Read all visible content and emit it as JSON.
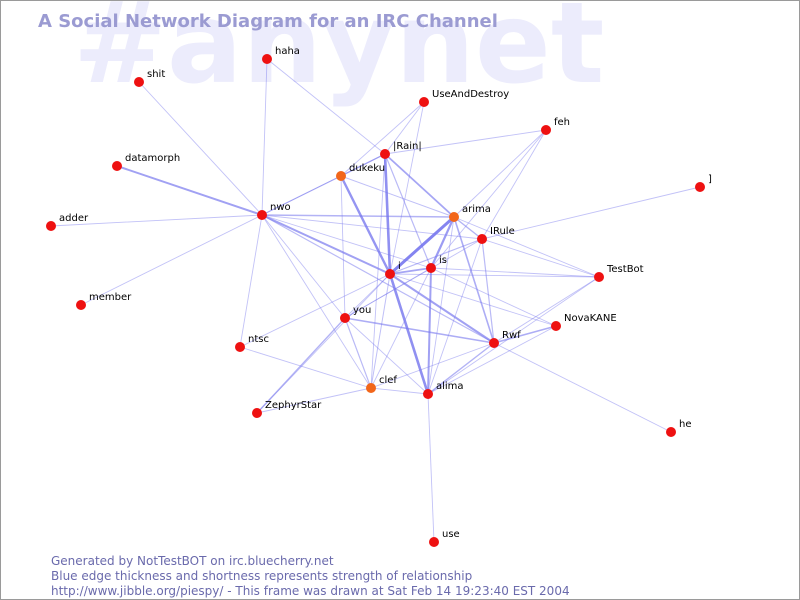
{
  "watermark": "#anynet",
  "title": "A Social Network Diagram for an IRC Channel",
  "footer": {
    "line1": "Generated by NotTestBOT on irc.bluecherry.net",
    "line2": "Blue edge thickness and shortness represents strength of relationship",
    "line3": "http://www.jibble.org/piespy/ - This frame was drawn at Sat Feb 14 19:23:40 EST 2004"
  },
  "colors": {
    "node": "#ee1111",
    "node_warm": "#f2661a",
    "edge": "#7777ee",
    "title": "#9b9bd2",
    "watermark": "#ececfc"
  },
  "nodes": [
    {
      "id": "haha",
      "label": "haha"
    },
    {
      "id": "shit",
      "label": "shit"
    },
    {
      "id": "UseAndDestroy",
      "label": "UseAndDestroy"
    },
    {
      "id": "feh",
      "label": "feh"
    },
    {
      "id": "Rain",
      "label": "|Rain|"
    },
    {
      "id": "datamorph",
      "label": "datamorph"
    },
    {
      "id": "dukeku",
      "label": "dukeku",
      "warm": true
    },
    {
      "id": "bracket",
      "label": "]"
    },
    {
      "id": "nwo",
      "label": "nwo"
    },
    {
      "id": "arima",
      "label": "arima",
      "warm": true
    },
    {
      "id": "adder",
      "label": "adder"
    },
    {
      "id": "IRule",
      "label": "IRule"
    },
    {
      "id": "i",
      "label": "i"
    },
    {
      "id": "is",
      "label": "is"
    },
    {
      "id": "TestBot",
      "label": "TestBot"
    },
    {
      "id": "member",
      "label": "member"
    },
    {
      "id": "you",
      "label": "you"
    },
    {
      "id": "NovaKANE",
      "label": "NovaKANE"
    },
    {
      "id": "ntsc",
      "label": "ntsc"
    },
    {
      "id": "Rwf",
      "label": "Rwf"
    },
    {
      "id": "clef",
      "label": "clef",
      "warm": true
    },
    {
      "id": "alima",
      "label": "alima"
    },
    {
      "id": "ZephyrStar",
      "label": "ZephyrStar"
    },
    {
      "id": "he",
      "label": "he"
    },
    {
      "id": "use",
      "label": "use"
    }
  ],
  "edges": [
    {
      "a": "Rain",
      "b": "i",
      "w": 2.6
    },
    {
      "a": "dukeku",
      "b": "i",
      "w": 2.4
    },
    {
      "a": "arima",
      "b": "i",
      "w": 3.0
    },
    {
      "a": "i",
      "b": "alima",
      "w": 2.6
    },
    {
      "a": "i",
      "b": "Rwf",
      "w": 2.0
    },
    {
      "a": "nwo",
      "b": "i",
      "w": 2.0
    },
    {
      "a": "arima",
      "b": "is",
      "w": 2.2
    },
    {
      "a": "is",
      "b": "alima",
      "w": 2.0
    },
    {
      "a": "i",
      "b": "is",
      "w": 1.8
    },
    {
      "a": "datamorph",
      "b": "nwo",
      "w": 2.0
    },
    {
      "a": "Rain",
      "b": "arima",
      "w": 1.8
    },
    {
      "a": "arima",
      "b": "Rwf",
      "w": 1.6
    },
    {
      "a": "you",
      "b": "Rwf",
      "w": 1.6
    },
    {
      "a": "dukeku",
      "b": "Rain",
      "w": 1.4
    },
    {
      "a": "Rwf",
      "b": "NovaKANE",
      "w": 1.6
    },
    {
      "a": "alima",
      "b": "Rwf",
      "w": 1.4
    },
    {
      "a": "nwo",
      "b": "arima",
      "w": 1.4
    },
    {
      "a": "arima",
      "b": "IRule",
      "w": 1.4
    },
    {
      "a": "you",
      "b": "ZephyrStar",
      "w": 1.4
    },
    {
      "a": "IRule",
      "b": "i",
      "w": 1.2
    },
    {
      "a": "IRule",
      "b": "Rwf",
      "w": 1.2
    },
    {
      "a": "nwo",
      "b": "Rwf",
      "w": 1.2
    },
    {
      "a": "Rain",
      "b": "is",
      "w": 1.2
    },
    {
      "a": "you",
      "b": "clef",
      "w": 1.2
    },
    {
      "a": "nwo",
      "b": "dukeku",
      "w": 1.2
    },
    {
      "a": "i",
      "b": "clef",
      "w": 1.0
    },
    {
      "a": "dukeku",
      "b": "arima",
      "w": 1.0
    },
    {
      "a": "haha",
      "b": "Rain",
      "w": 0.9
    },
    {
      "a": "haha",
      "b": "nwo",
      "w": 0.9
    },
    {
      "a": "shit",
      "b": "nwo",
      "w": 0.9
    },
    {
      "a": "adder",
      "b": "nwo",
      "w": 0.9
    },
    {
      "a": "member",
      "b": "nwo",
      "w": 0.9
    },
    {
      "a": "nwo",
      "b": "ntsc",
      "w": 0.9
    },
    {
      "a": "nwo",
      "b": "clef",
      "w": 0.9
    },
    {
      "a": "nwo",
      "b": "is",
      "w": 0.9
    },
    {
      "a": "nwo",
      "b": "IRule",
      "w": 0.9
    },
    {
      "a": "nwo",
      "b": "Rain",
      "w": 0.9
    },
    {
      "a": "nwo",
      "b": "you",
      "w": 0.9
    },
    {
      "a": "UseAndDestroy",
      "b": "dukeku",
      "w": 0.9
    },
    {
      "a": "UseAndDestroy",
      "b": "i",
      "w": 0.9
    },
    {
      "a": "UseAndDestroy",
      "b": "Rain",
      "w": 0.9
    },
    {
      "a": "feh",
      "b": "Rain",
      "w": 0.9
    },
    {
      "a": "feh",
      "b": "IRule",
      "w": 0.9
    },
    {
      "a": "feh",
      "b": "is",
      "w": 0.9
    },
    {
      "a": "feh",
      "b": "arima",
      "w": 0.9
    },
    {
      "a": "bracket",
      "b": "IRule",
      "w": 0.9
    },
    {
      "a": "i",
      "b": "TestBot",
      "w": 0.9
    },
    {
      "a": "is",
      "b": "TestBot",
      "w": 0.9
    },
    {
      "a": "arima",
      "b": "TestBot",
      "w": 0.9
    },
    {
      "a": "IRule",
      "b": "TestBot",
      "w": 0.9
    },
    {
      "a": "TestBot",
      "b": "Rwf",
      "w": 0.9
    },
    {
      "a": "TestBot",
      "b": "alima",
      "w": 0.9
    },
    {
      "a": "i",
      "b": "NovaKANE",
      "w": 0.9
    },
    {
      "a": "is",
      "b": "NovaKANE",
      "w": 0.9
    },
    {
      "a": "alima",
      "b": "NovaKANE",
      "w": 0.9
    },
    {
      "a": "arima",
      "b": "alima",
      "w": 0.9
    },
    {
      "a": "i",
      "b": "you",
      "w": 0.9
    },
    {
      "a": "is",
      "b": "you",
      "w": 0.9
    },
    {
      "a": "i",
      "b": "ntsc",
      "w": 0.9
    },
    {
      "a": "ntsc",
      "b": "clef",
      "w": 0.9
    },
    {
      "a": "you",
      "b": "alima",
      "w": 0.9
    },
    {
      "a": "clef",
      "b": "alima",
      "w": 0.9
    },
    {
      "a": "ZephyrStar",
      "b": "clef",
      "w": 0.9
    },
    {
      "a": "ZephyrStar",
      "b": "i",
      "w": 0.9
    },
    {
      "a": "clef",
      "b": "Rwf",
      "w": 0.9
    },
    {
      "a": "clef",
      "b": "is",
      "w": 0.9
    },
    {
      "a": "IRule",
      "b": "alima",
      "w": 0.9
    },
    {
      "a": "IRule",
      "b": "you",
      "w": 0.9
    },
    {
      "a": "dukeku",
      "b": "you",
      "w": 0.9
    },
    {
      "a": "alima",
      "b": "use",
      "w": 0.9
    },
    {
      "a": "Rwf",
      "b": "he",
      "w": 0.9
    },
    {
      "a": "Rain",
      "b": "clef",
      "w": 0.9
    }
  ]
}
